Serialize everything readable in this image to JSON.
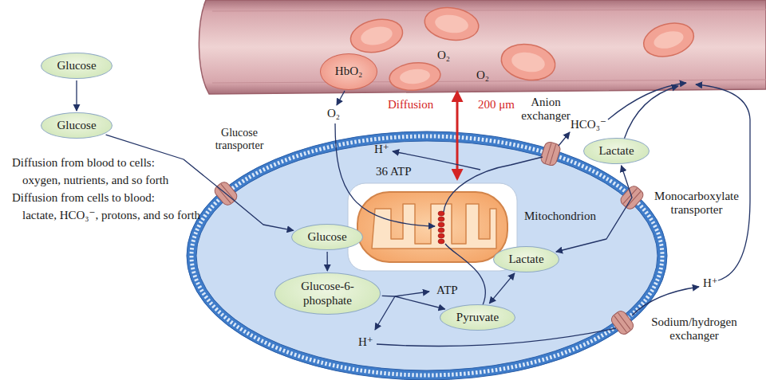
{
  "diagram": {
    "nodes": [
      {
        "text": [
          "Glucose"
        ]
      },
      {
        "text": [
          "HbO₂"
        ]
      },
      {
        "text": [
          "Glucose"
        ]
      },
      {
        "text": [
          "Glucose"
        ]
      },
      {
        "text": [
          "Glucose-6-phosphate"
        ]
      },
      {
        "text": [
          "Pyruvate"
        ]
      },
      {
        "text": [
          "Lactate"
        ]
      },
      {
        "text": [
          "Lactate"
        ]
      }
    ],
    "edges": [
      {
        "from": 0,
        "to": 2,
        "arrow": "to"
      },
      {
        "from": 2,
        "to": 3,
        "arrow": "to"
      },
      {
        "from": 3,
        "to": 4,
        "arrow": "to"
      },
      {
        "from": 4,
        "to": 5,
        "arrow": "to"
      },
      {
        "from": 5,
        "to": 6,
        "arrow": "both"
      },
      {
        "from": 6,
        "to": 7,
        "arrow": "both"
      }
    ],
    "labels": [
      "Diffusion from blood to cells:",
      "oxygen, nutrients, and so forth",
      "Diffusion from cells to blood:",
      "lactate, HCO₃⁻, protons, and so forth",
      "O₂",
      "O₂",
      "O₂",
      "Diffusion",
      "200 μm",
      "Anion exchanger",
      "HCO₃⁻",
      "H⁺",
      "36 ATP",
      "Glucose transporter",
      "Mitochondrion",
      "Monocarboxylate transporter",
      "ATP",
      "H⁺",
      "H⁺",
      "Sodium/hydrogen exchanger"
    ]
  }
}
